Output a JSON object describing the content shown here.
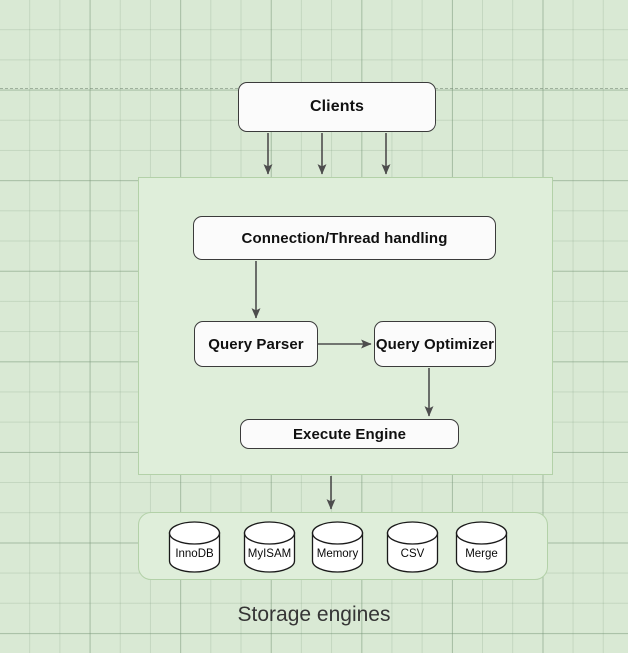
{
  "diagram": {
    "title_caption": "Storage engines",
    "clients": {
      "label": "Clients"
    },
    "server": {
      "nodes": [
        {
          "id": "connection-thread-handling",
          "label": "Connection/Thread handling"
        },
        {
          "id": "query-parser",
          "label": "Query Parser"
        },
        {
          "id": "query-optimizer",
          "label": "Query Optimizer"
        },
        {
          "id": "execute-engine",
          "label": "Execute Engine"
        }
      ]
    },
    "storage_engines": [
      {
        "id": "innodb",
        "label": "InnoDB"
      },
      {
        "id": "myisam",
        "label": "MyISAM"
      },
      {
        "id": "memory",
        "label": "Memory"
      },
      {
        "id": "csv",
        "label": "CSV"
      },
      {
        "id": "merge",
        "label": "Merge"
      }
    ],
    "colors": {
      "canvas_background": "#d9e9d4",
      "container_fill": "#dfeeda",
      "container_border": "#b3d1a8",
      "node_fill": "#fbfbfb",
      "node_border": "#3b3b3b",
      "arrow": "#4d4d4d",
      "caption_text": "#353535"
    }
  }
}
